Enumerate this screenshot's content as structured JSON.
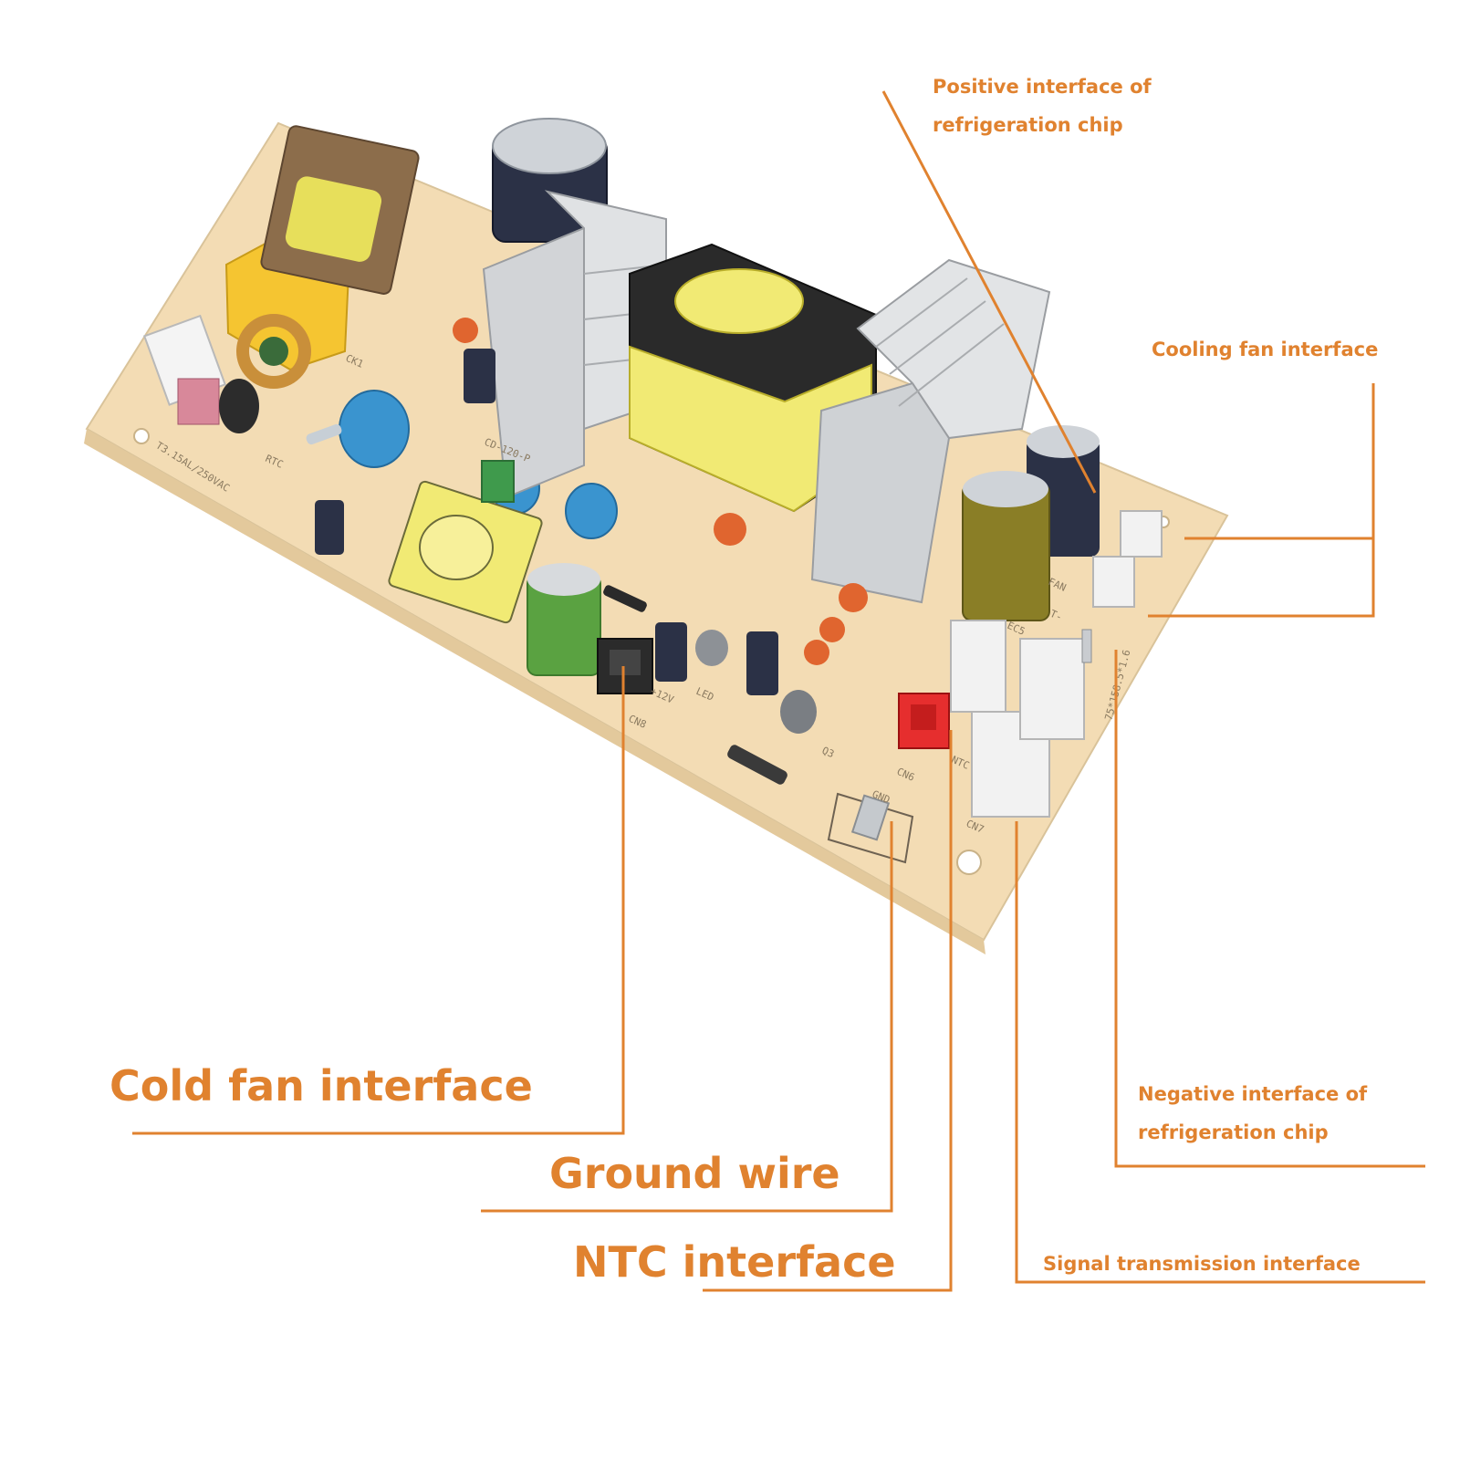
{
  "colors": {
    "accent": "#e0822f",
    "board": "#f3dcb4",
    "heatsink": "#c9ccd0",
    "transformer": "#f1ea74",
    "capacitor": "#2e3448"
  },
  "callouts": {
    "positive_chip": [
      "Positive interface of",
      "refrigeration chip"
    ],
    "cooling_fan": "Cooling fan interface",
    "negative_chip": [
      "Negative interface of",
      "refrigeration chip"
    ],
    "signal": "Signal transmission interface",
    "cold_fan": "Cold fan interface",
    "ground": "Ground wire",
    "ntc": "NTC interface"
  },
  "board_labels": {
    "fuse": "T3.15AL/250VAC",
    "model": "CD-120-P",
    "pcb_size": "75*158.5*1.6",
    "gnd": "GND",
    "ntc": "NTC",
    "cn6": "CN6",
    "cn7": "CN7",
    "cn8": "CN8",
    "fan": "FAN",
    "led": "LED",
    "ec5": "EC5",
    "t_minus": "T-",
    "v12": "+12V",
    "q3": "Q3",
    "ck1": "CK1",
    "rtc": "RTC"
  }
}
